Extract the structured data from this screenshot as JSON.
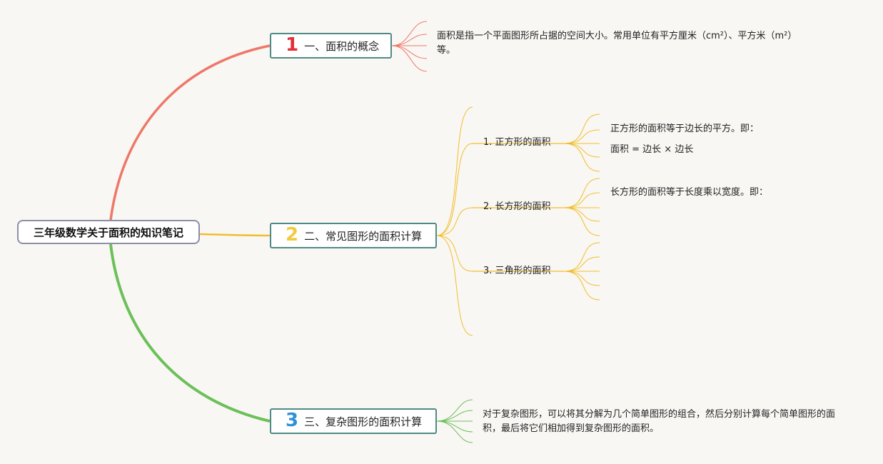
{
  "root": {
    "title": "三年级数学关于面积的知识笔记"
  },
  "branches": [
    {
      "number": "1",
      "number_color": "#e0303a",
      "line_color": "#ee7868",
      "title": "一、面积的概念",
      "note": "面积是指一个平面图形所占据的空间大小。常用单位有平方厘米（cm²）、平方米（m²）等。"
    },
    {
      "number": "2",
      "number_color": "#f3c93e",
      "line_color": "#f2bd2a",
      "title": "二、常见图形的面积计算",
      "children": [
        {
          "title": "1. 正方形的面积",
          "notes": [
            "正方形的面积等于边长的平方。即：",
            "面积 = 边长 × 边长"
          ]
        },
        {
          "title": "2. 长方形的面积",
          "notes": [
            "长方形的面积等于长度乘以宽度。即："
          ]
        },
        {
          "title": "3. 三角形的面积",
          "notes": []
        }
      ]
    },
    {
      "number": "3",
      "number_color": "#2f8fd8",
      "line_color": "#6cc05a",
      "title": "三、复杂图形的面积计算",
      "note": "对于复杂图形，可以将其分解为几个简单图形的组合，然后分别计算每个简单图形的面积，最后将它们相加得到复杂图形的面积。"
    }
  ]
}
